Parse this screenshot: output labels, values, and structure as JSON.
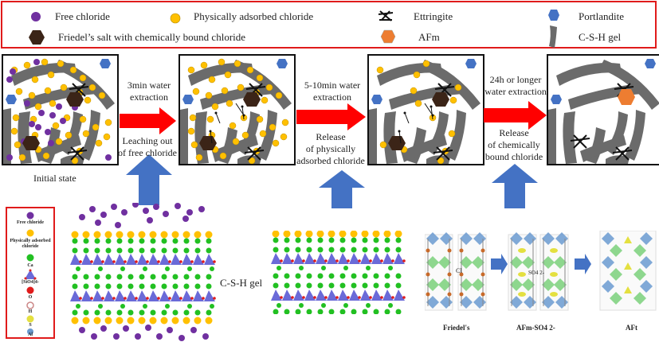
{
  "legend": {
    "items": [
      {
        "icon": "purple-dot-icon",
        "label": "Free chloride"
      },
      {
        "icon": "yellow-dot-icon",
        "label": "Physically adsorbed chloride"
      },
      {
        "icon": "brown-hexagon-icon",
        "label": "Friedel’s salt with chemically bound chloride"
      },
      {
        "icon": "ettringite-cross-icon",
        "label": "Ettringite"
      },
      {
        "icon": "orange-hexagon-icon",
        "label": "AFm"
      },
      {
        "icon": "blue-hexagon-icon",
        "label": "Portlandite"
      },
      {
        "icon": "gray-gel-icon",
        "label": "C-S-H gel"
      }
    ],
    "colors": {
      "free": "#7030a0",
      "adsorbed": "#ffc000",
      "friedel": "#3b2417",
      "afm": "#ed7d31",
      "portlandite": "#4472c4",
      "csh": "#6b6b6b",
      "border": "#e01b1b",
      "arrow_red": "#ff0000",
      "arrow_blue": "#4472c4"
    }
  },
  "stages": [
    {
      "caption": "Initial state"
    },
    {
      "caption": ""
    },
    {
      "caption": ""
    },
    {
      "caption": ""
    }
  ],
  "transitions": [
    {
      "top": "3min water extraction",
      "top_lines": [
        "3min water",
        "extraction"
      ],
      "bottom_lines": [
        "Leaching out",
        "of free chloride"
      ]
    },
    {
      "top_lines": [
        "5-10min water",
        "extraction"
      ],
      "bottom_lines": [
        "Release",
        "of physically",
        "adsorbed chloride"
      ]
    },
    {
      "top_lines": [
        "24h or longer",
        "water extraction"
      ],
      "bottom_lines": [
        "Release",
        "of chemically",
        "bound chloride"
      ]
    }
  ],
  "atom_legend": {
    "items": [
      "Free chloride",
      "Physically adsorbed chloride",
      "Ca",
      "[SiO4]4-",
      "O",
      "H",
      "S",
      "Al"
    ]
  },
  "csh_label": "C-S-H gel",
  "crystals": {
    "labels": [
      "Friedel's",
      "AFm-SO4 2-",
      "AFt"
    ],
    "annotations": [
      "Cl",
      "SO4 2-"
    ]
  }
}
